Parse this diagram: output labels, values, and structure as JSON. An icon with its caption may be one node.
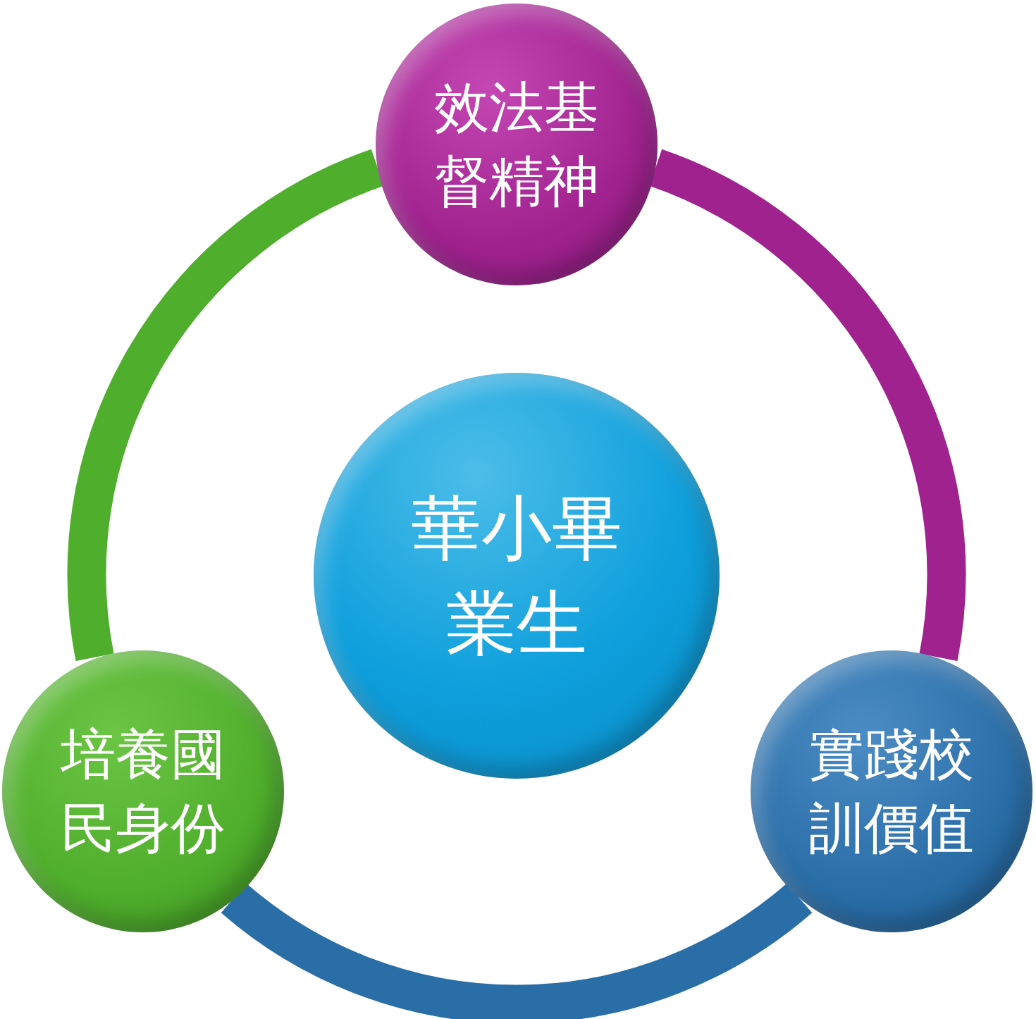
{
  "diagram": {
    "nodes": [
      {
        "text": [
          "效法基督精神"
        ]
      },
      {
        "text": [
          "華小畢業生"
        ]
      },
      {
        "text": [
          "培養國民身份"
        ]
      },
      {
        "text": [
          "實踐校訓價值"
        ]
      }
    ],
    "edges": [
      {
        "from": 0,
        "to": 3,
        "arrow": "none",
        "color": "#a0228f"
      },
      {
        "from": 3,
        "to": 2,
        "arrow": "none",
        "color": "#2a6ea8"
      },
      {
        "from": 2,
        "to": 0,
        "arrow": "none",
        "color": "#4fae2c"
      }
    ]
  }
}
